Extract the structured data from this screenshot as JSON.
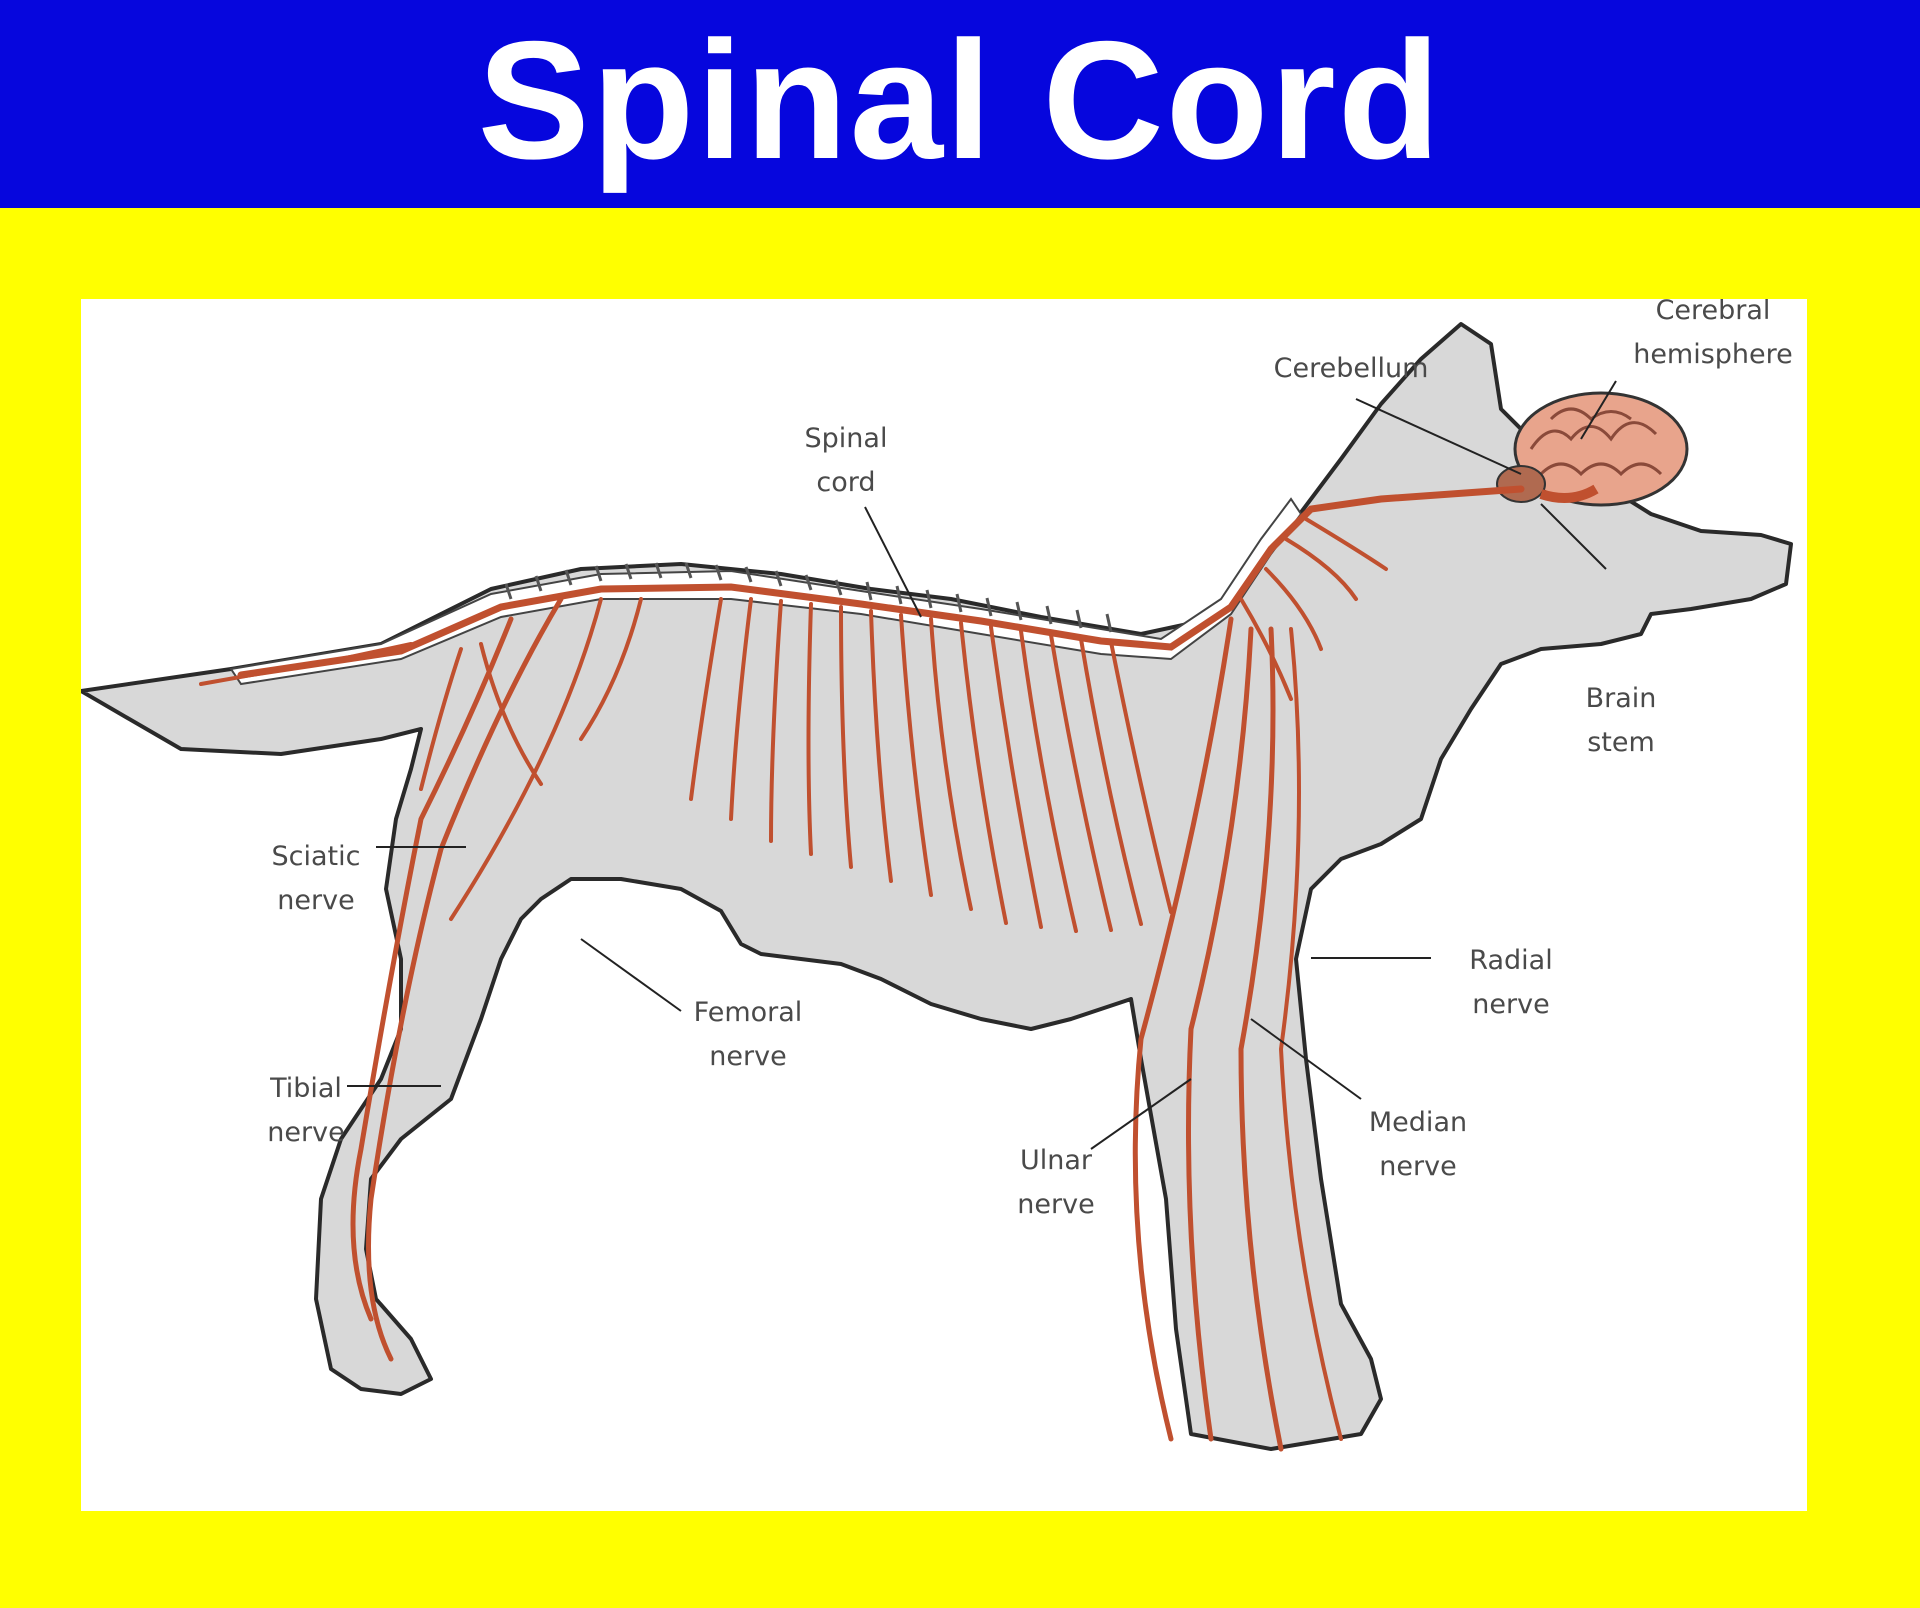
{
  "title": "Spinal Cord",
  "colors": {
    "title_bar": "#0606dd",
    "background": "#ffff00",
    "body_fill": "#d8d8d8",
    "nerve": "#c0502f",
    "brain": "#e8a48c"
  },
  "labels": {
    "cerebral_hemisphere": [
      "Cerebral",
      "hemisphere"
    ],
    "cerebellum": [
      "Cerebellum"
    ],
    "spinal_cord": [
      "Spinal",
      "cord"
    ],
    "brain_stem": [
      "Brain",
      "stem"
    ],
    "sciatic_nerve": [
      "Sciatic",
      "nerve"
    ],
    "femoral_nerve": [
      "Femoral",
      "nerve"
    ],
    "radial_nerve": [
      "Radial",
      "nerve"
    ],
    "tibial_nerve": [
      "Tibial",
      "nerve"
    ],
    "median_nerve": [
      "Median",
      "nerve"
    ],
    "ulnar_nerve": [
      "Ulnar",
      "nerve"
    ]
  }
}
